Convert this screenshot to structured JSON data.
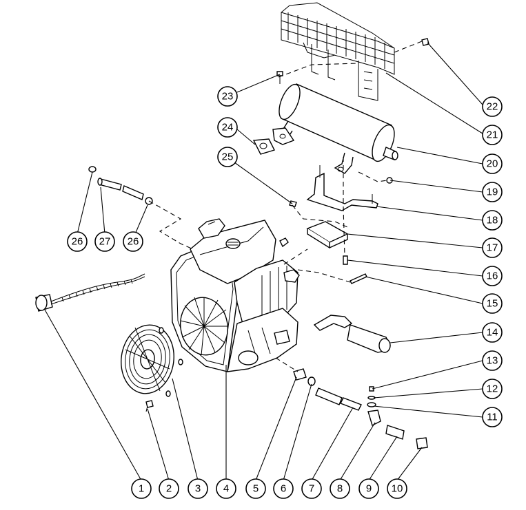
{
  "diagram": {
    "callouts": [
      {
        "id": "1",
        "label": "1"
      },
      {
        "id": "2",
        "label": "2"
      },
      {
        "id": "3",
        "label": "3"
      },
      {
        "id": "4",
        "label": "4"
      },
      {
        "id": "5",
        "label": "5"
      },
      {
        "id": "6",
        "label": "6"
      },
      {
        "id": "7",
        "label": "7"
      },
      {
        "id": "8",
        "label": "8"
      },
      {
        "id": "9",
        "label": "9"
      },
      {
        "id": "10",
        "label": "10"
      },
      {
        "id": "11",
        "label": "11"
      },
      {
        "id": "12",
        "label": "12"
      },
      {
        "id": "13",
        "label": "13"
      },
      {
        "id": "14",
        "label": "14"
      },
      {
        "id": "15",
        "label": "15"
      },
      {
        "id": "16",
        "label": "16"
      },
      {
        "id": "17",
        "label": "17"
      },
      {
        "id": "18",
        "label": "18"
      },
      {
        "id": "19",
        "label": "19"
      },
      {
        "id": "20",
        "label": "20"
      },
      {
        "id": "21",
        "label": "21"
      },
      {
        "id": "22",
        "label": "22"
      },
      {
        "id": "23",
        "label": "23"
      },
      {
        "id": "24",
        "label": "24"
      },
      {
        "id": "25",
        "label": "25"
      },
      {
        "id": "26a",
        "label": "26"
      },
      {
        "id": "27",
        "label": "27"
      },
      {
        "id": "26b",
        "label": "26"
      }
    ]
  }
}
